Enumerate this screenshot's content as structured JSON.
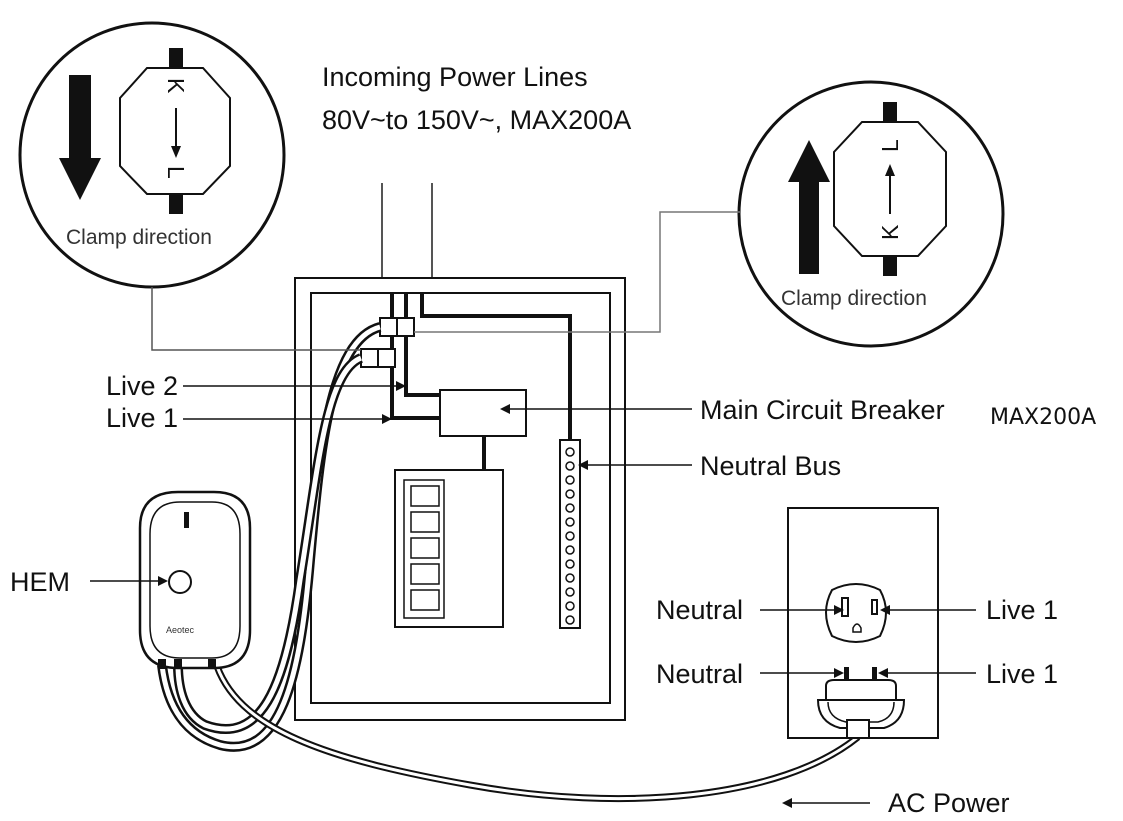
{
  "header": {
    "line1": "Incoming Power Lines",
    "line2": "80V~to 150V~, MAX200A"
  },
  "clamp_left": {
    "caption": "Clamp direction",
    "mark_top": "K",
    "mark_bottom": "L"
  },
  "clamp_right": {
    "caption": "Clamp direction",
    "mark_top": "L",
    "mark_bottom": "K"
  },
  "labels": {
    "live2": "Live 2",
    "live1": "Live 1",
    "main_breaker": "Main Circuit Breaker",
    "main_breaker_rating": "MAX200A",
    "neutral_bus": "Neutral Bus",
    "hem": "HEM",
    "hem_brand": "Aeotec",
    "outlet_neutral": "Neutral",
    "outlet_live1": "Live 1",
    "plug_neutral": "Neutral",
    "plug_live1": "Live 1",
    "ac_power": "AC Power"
  }
}
